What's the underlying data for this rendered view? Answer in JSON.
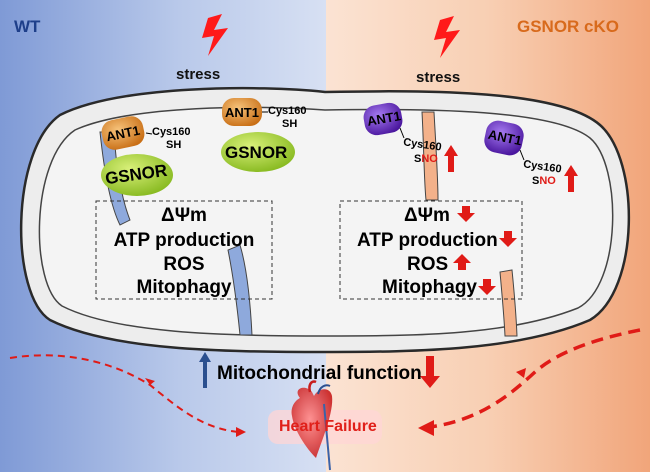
{
  "panels": {
    "left_label": "WT",
    "right_label": "GSNOR cKO"
  },
  "stress_label": "stress",
  "proteins": {
    "ant1": "ANT1",
    "gsnor": "GSNOR",
    "cys": "Cys160",
    "sh": "SH",
    "sno_s": "S",
    "sno_no": "NO"
  },
  "box_items": [
    "ΔΨm",
    "ATP production",
    "ROS",
    "Mitophagy"
  ],
  "footer": {
    "mito_function": "Mitochondrial function",
    "heart_failure": "Heart Failure"
  },
  "colors": {
    "wt_bg": "#a9bde4",
    "cko_bg": "#f6c7a8",
    "up_arrow_red": "#e01b17",
    "down_arrow_red": "#e01b17",
    "up_arrow_blue": "#2a4f8f",
    "lightning": "#ff1a1a",
    "ant1_orange": "#e08a2a",
    "ant1_purple": "#6a2bc9",
    "gsnor_green": "#9fd12c"
  }
}
